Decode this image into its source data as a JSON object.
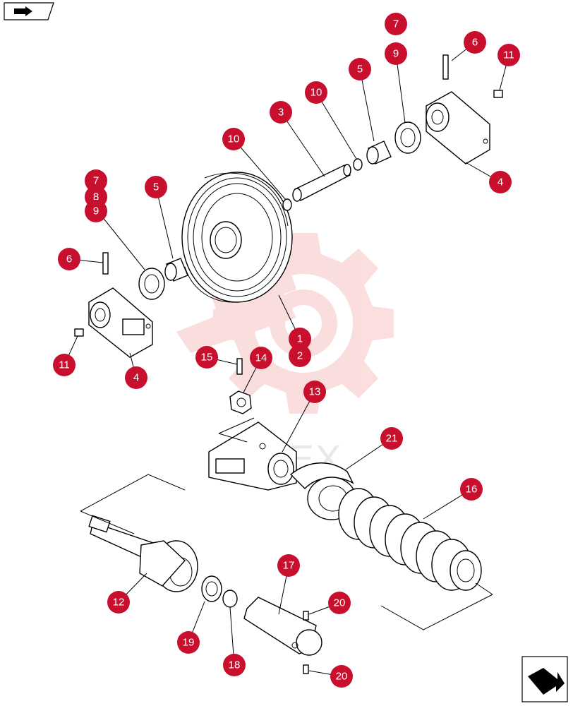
{
  "callouts": [
    {
      "id": "c-7-top",
      "label": "7"
    },
    {
      "id": "c-9-top",
      "label": "9"
    },
    {
      "id": "c-6-top",
      "label": "6"
    },
    {
      "id": "c-11-top",
      "label": "11"
    },
    {
      "id": "c-5-top",
      "label": "5"
    },
    {
      "id": "c-10-upper",
      "label": "10"
    },
    {
      "id": "c-3",
      "label": "3"
    },
    {
      "id": "c-10-lower",
      "label": "10"
    },
    {
      "id": "c-4-top",
      "label": "4"
    },
    {
      "id": "c-7-left",
      "label": "7"
    },
    {
      "id": "c-8-left",
      "label": "8"
    },
    {
      "id": "c-9-left",
      "label": "9"
    },
    {
      "id": "c-5-left",
      "label": "5"
    },
    {
      "id": "c-6-left",
      "label": "6"
    },
    {
      "id": "c-11-left",
      "label": "11"
    },
    {
      "id": "c-4-left",
      "label": "4"
    },
    {
      "id": "c-1",
      "label": "1"
    },
    {
      "id": "c-2",
      "label": "2"
    },
    {
      "id": "c-15",
      "label": "15"
    },
    {
      "id": "c-14",
      "label": "14"
    },
    {
      "id": "c-13",
      "label": "13"
    },
    {
      "id": "c-21",
      "label": "21"
    },
    {
      "id": "c-16",
      "label": "16"
    },
    {
      "id": "c-12",
      "label": "12"
    },
    {
      "id": "c-17",
      "label": "17"
    },
    {
      "id": "c-20-upper",
      "label": "20"
    },
    {
      "id": "c-19",
      "label": "19"
    },
    {
      "id": "c-18",
      "label": "18"
    },
    {
      "id": "c-20-lower",
      "label": "20"
    }
  ],
  "icons": {
    "top_left": "back-arrow-icon",
    "bottom_right": "next-page-icon"
  },
  "watermark": {
    "text": "MITEX",
    "color": "#f4a6a6"
  },
  "colors": {
    "callout": "#c8102e",
    "line": "#000000"
  }
}
